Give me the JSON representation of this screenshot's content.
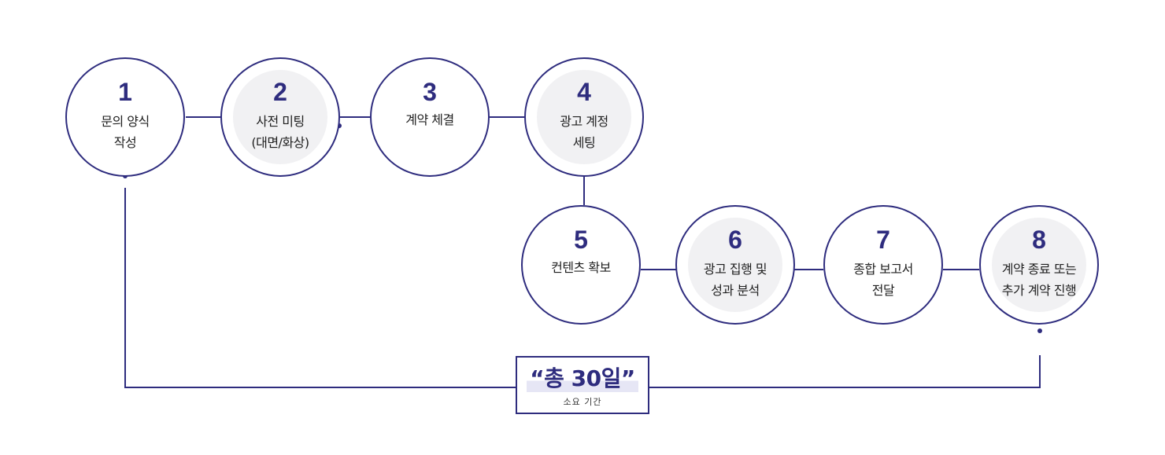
{
  "steps": [
    {
      "number": "1",
      "label": "문의 양식\n작성"
    },
    {
      "number": "2",
      "label": "사전 미팅\n(대면/화상)"
    },
    {
      "number": "3",
      "label": "계약 체결"
    },
    {
      "number": "4",
      "label": "광고 계정\n세팅"
    },
    {
      "number": "5",
      "label": "컨텐츠 확보"
    },
    {
      "number": "6",
      "label": "광고 집행 및\n성과 분석"
    },
    {
      "number": "7",
      "label": "종합 보고서\n전달"
    },
    {
      "number": "8",
      "label": "계약 종료 또는\n추가 계약 진행"
    }
  ],
  "total": {
    "headline": "“총 30일”",
    "caption": "소요 기간"
  },
  "colors": {
    "accent": "#2e2c7e",
    "circle_fill": "#f1f1f3",
    "highlight": "#e6e6f5"
  }
}
